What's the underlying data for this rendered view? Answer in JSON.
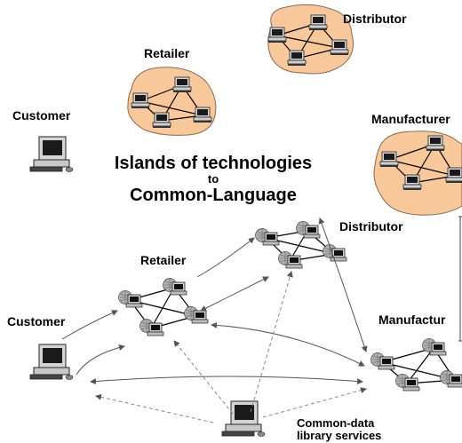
{
  "labels": {
    "distributor_top": "Distributor",
    "retailer_top": "Retailer",
    "customer_top": "Customer",
    "manufacturer_top": "Manufacturer",
    "distributor_bottom": "Distributor",
    "retailer_bottom": "Retailer",
    "customer_bottom": "Customer",
    "manufacturer_bottom": "Manufactur",
    "common_data_line1": "Common-data",
    "common_data_line2": "library services"
  },
  "title": {
    "line1": "Islands of technologies",
    "line2": "to",
    "line3": "Common-Language"
  },
  "colors": {
    "island_fill": "#f8c89a",
    "island_stroke": "#8a6a50",
    "link": "#000000",
    "connector": "#555555",
    "dashed_connector": "#888888"
  }
}
